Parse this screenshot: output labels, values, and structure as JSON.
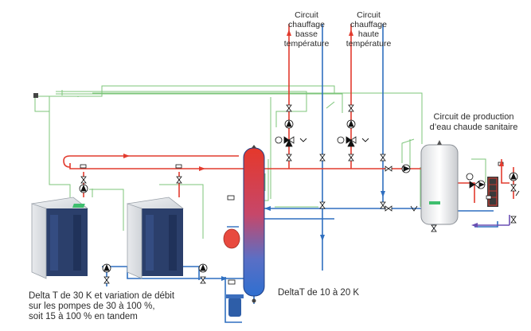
{
  "labels": {
    "circuit_low_temp": [
      "Circuit",
      "chauffage",
      "basse",
      "température"
    ],
    "circuit_high_temp": [
      "Circuit",
      "chauffage",
      "haute",
      "température"
    ],
    "dhw_circuit": [
      "Circuit de production",
      "d’eau chaude sanitaire"
    ],
    "boiler_note": [
      "Delta T de 30 K et variation de débit",
      "sur les pompes de 30 à 100 %,",
      "soit 15 à 100 % en tandem"
    ],
    "separator_note": "DeltaT de 10 à 20 K"
  },
  "colors": {
    "hot": "#e23b2e",
    "return": "#2f6fc0",
    "control": "#7cc57a",
    "cold": "#6a4fb3",
    "boiler_body": "#2b3f6b",
    "boiler_top": "#dfe3e8",
    "vessel": "#e84a3f"
  },
  "icons": [
    "pump-icon",
    "valve-icon",
    "three-way-valve-icon",
    "check-valve-icon",
    "thermometer-icon",
    "expansion-vessel-icon",
    "sensor-icon"
  ]
}
